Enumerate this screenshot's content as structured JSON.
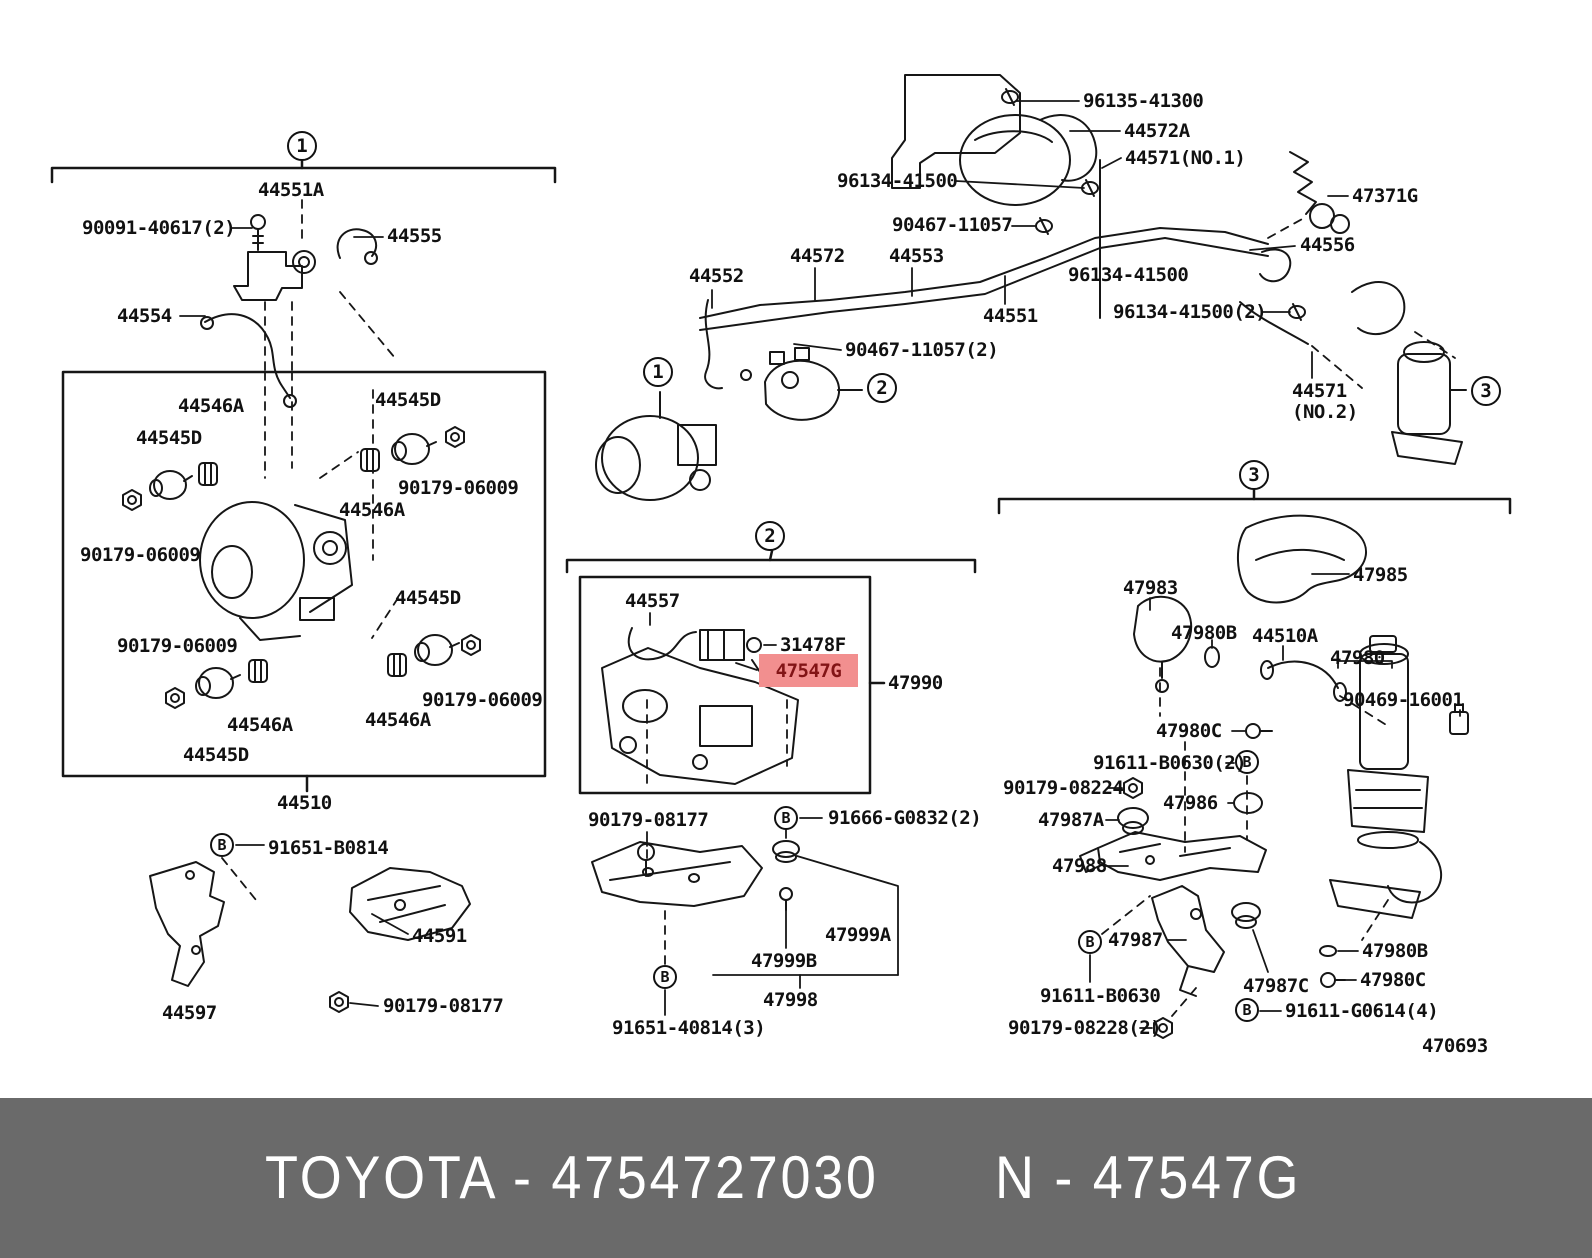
{
  "banner": {
    "left_text": "TOYOTA - 4754727030",
    "right_text": "N - 47547G",
    "background": "#6a6a6a",
    "text_color": "#ffffff"
  },
  "highlight": {
    "text": "47547G",
    "background": "#f28f8f",
    "text_color": "#821416"
  },
  "marker_b": "B",
  "callouts": [
    "1",
    "1",
    "2",
    "2",
    "3",
    "3"
  ],
  "colors": {
    "line": "#161616",
    "paper": "#ffffff"
  },
  "labels": [
    {
      "text": "44551A"
    },
    {
      "text": "90091-40617(2)"
    },
    {
      "text": "44555"
    },
    {
      "text": "44554"
    },
    {
      "text": "44546A"
    },
    {
      "text": "44545D"
    },
    {
      "text": "44545D"
    },
    {
      "text": "90179-06009"
    },
    {
      "text": "44546A"
    },
    {
      "text": "90179-06009"
    },
    {
      "text": "90179-06009"
    },
    {
      "text": "44545D"
    },
    {
      "text": "44546A"
    },
    {
      "text": "44545D"
    },
    {
      "text": "44546A"
    },
    {
      "text": "90179-06009"
    },
    {
      "text": "44510"
    },
    {
      "text": "91651-B0814"
    },
    {
      "text": "44591"
    },
    {
      "text": "44597"
    },
    {
      "text": "90179-08177"
    },
    {
      "text": "96135-41300"
    },
    {
      "text": "44572A"
    },
    {
      "text": "44571(NO.1)"
    },
    {
      "text": "96134-41500"
    },
    {
      "text": "90467-11057"
    },
    {
      "text": "44572"
    },
    {
      "text": "44553"
    },
    {
      "text": "44552"
    },
    {
      "text": "96134-41500"
    },
    {
      "text": "44551"
    },
    {
      "text": "96134-41500(2)"
    },
    {
      "text": "47371G"
    },
    {
      "text": "44556"
    },
    {
      "text": "44571\n(NO.2)"
    },
    {
      "text": "90467-11057(2)"
    },
    {
      "text": "44557"
    },
    {
      "text": "31478F"
    },
    {
      "text": "47990"
    },
    {
      "text": "90179-08177"
    },
    {
      "text": "91666-G0832(2)"
    },
    {
      "text": "47999A"
    },
    {
      "text": "47999B"
    },
    {
      "text": "47998"
    },
    {
      "text": "91651-40814(3)"
    },
    {
      "text": "47985"
    },
    {
      "text": "47983"
    },
    {
      "text": "47980B"
    },
    {
      "text": "44510A"
    },
    {
      "text": "47980"
    },
    {
      "text": "90469-16001"
    },
    {
      "text": "47980C"
    },
    {
      "text": "91611-B0630(2)"
    },
    {
      "text": "90179-08224"
    },
    {
      "text": "47986"
    },
    {
      "text": "47987A"
    },
    {
      "text": "47988"
    },
    {
      "text": "47987"
    },
    {
      "text": "91611-B0630"
    },
    {
      "text": "90179-08228(2)"
    },
    {
      "text": "47987C"
    },
    {
      "text": "91611-G0614(4)"
    },
    {
      "text": "47980B"
    },
    {
      "text": "47980C"
    },
    {
      "text": "470693"
    }
  ]
}
